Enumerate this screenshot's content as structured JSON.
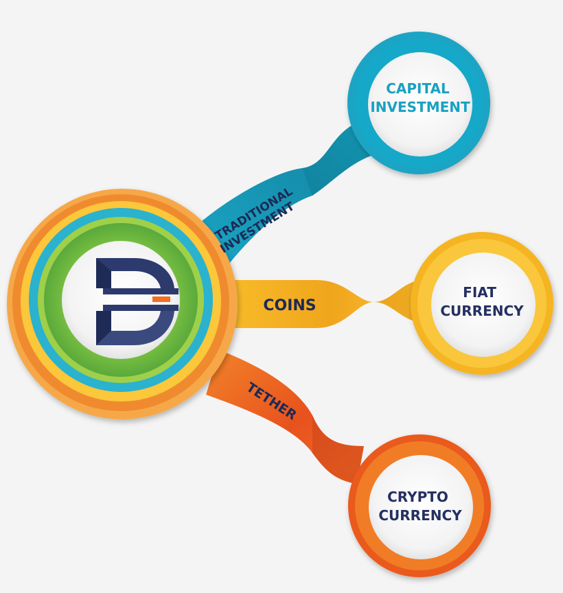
{
  "center": {
    "logo": "D-logo-icon",
    "colors": {
      "logo_navy": "#2d3a6e",
      "logo_accent": "#f36f21",
      "rings": [
        "#f4a23c",
        "#ef8e2c",
        "#fbc43a",
        "#2fb4cf",
        "#8cc83f",
        "#4eae3f"
      ]
    }
  },
  "ribbons": [
    {
      "label": "TRADITIONAL INVESTMENT",
      "color": "#1aa1c1"
    },
    {
      "label": "COINS",
      "color": "#f7b627"
    },
    {
      "label": "TETHER",
      "color": "#ef6a23"
    }
  ],
  "nodes": [
    {
      "line1": "CAPITAL",
      "line2": "INVESTMENT",
      "text_color": "#1aa1c1",
      "ring_color": "#19a3c2"
    },
    {
      "line1": "FIAT",
      "line2": "CURRENCY",
      "text_color": "#243061",
      "ring_color": "#f7bb2c"
    },
    {
      "line1": "CRYPTO",
      "line2": "CURRENCY",
      "text_color": "#243061",
      "ring_color": "#f06a24"
    }
  ]
}
